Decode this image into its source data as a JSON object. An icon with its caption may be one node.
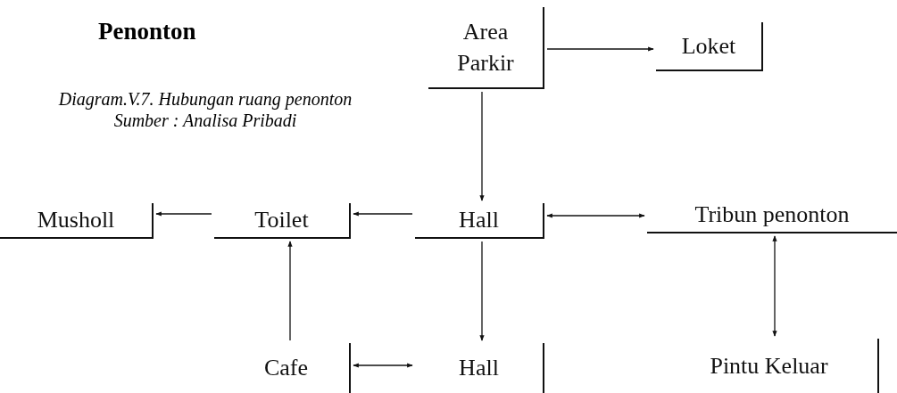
{
  "diagram": {
    "title": "Penonton",
    "caption": "Diagram.V.7. Hubungan ruang penonton",
    "nodes": [
      {
        "text": [
          "Area Parkir"
        ]
      },
      {
        "text": [
          "Loket"
        ]
      },
      {
        "text": [
          "Musholl"
        ]
      },
      {
        "text": [
          "Toilet"
        ]
      },
      {
        "text": [
          "Hall"
        ]
      },
      {
        "text": [
          "Tribun penonton"
        ]
      },
      {
        "text": [
          "Cafe"
        ]
      },
      {
        "text": [
          "Hall"
        ]
      },
      {
        "text": [
          "Pintu Keluar"
        ]
      }
    ],
    "edges": [
      {
        "from": 0,
        "to": 1,
        "arrow": "to"
      },
      {
        "from": 0,
        "to": 4,
        "arrow": "to"
      },
      {
        "from": 4,
        "to": 3,
        "arrow": "to"
      },
      {
        "from": 3,
        "to": 2,
        "arrow": "to"
      },
      {
        "from": 4,
        "to": 5,
        "arrow": "both"
      },
      {
        "from": 6,
        "to": 3,
        "arrow": "to"
      },
      {
        "from": 4,
        "to": 7,
        "arrow": "to"
      },
      {
        "from": 6,
        "to": 7,
        "arrow": "both"
      },
      {
        "from": 5,
        "to": 8,
        "arrow": "both"
      }
    ],
    "labels": [
      "Sumber : Analisa Pribadi"
    ]
  }
}
